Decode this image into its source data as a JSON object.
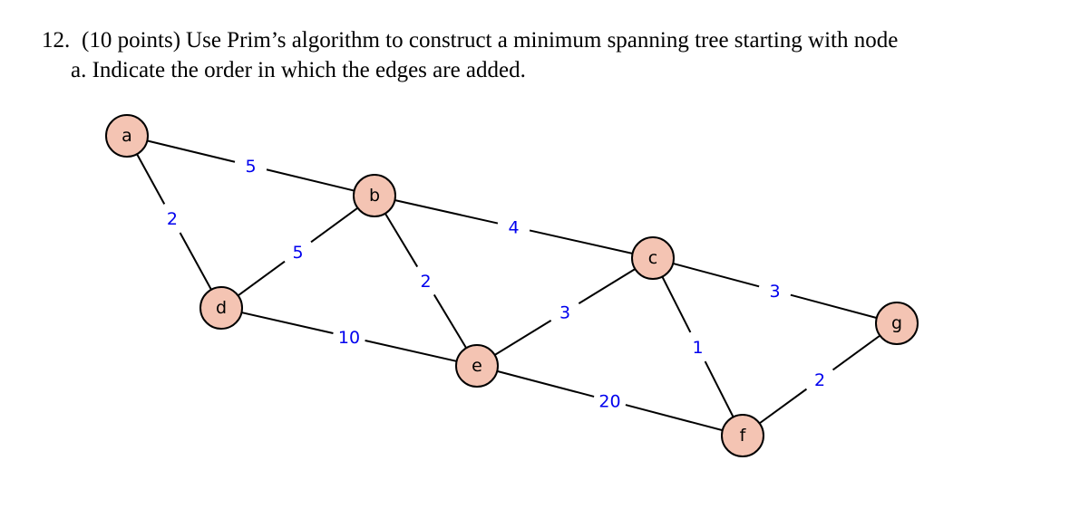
{
  "question": {
    "number": "12.",
    "points": "(10 points)",
    "line1": "Use Prim’s algorithm to construct a minimum spanning tree starting with node",
    "line2": "a. Indicate the order in which the edges are added."
  },
  "graph": {
    "colors": {
      "node_fill": "#f4c4b3",
      "node_stroke": "#000000",
      "edge": "#000000",
      "weight": "#0000ee"
    },
    "nodes": [
      {
        "id": "a",
        "label": "a"
      },
      {
        "id": "b",
        "label": "b"
      },
      {
        "id": "c",
        "label": "c"
      },
      {
        "id": "d",
        "label": "d"
      },
      {
        "id": "e",
        "label": "e"
      },
      {
        "id": "f",
        "label": "f"
      },
      {
        "id": "g",
        "label": "g"
      }
    ],
    "edges": [
      {
        "from": "a",
        "to": "b",
        "weight": "5"
      },
      {
        "from": "a",
        "to": "d",
        "weight": "2"
      },
      {
        "from": "b",
        "to": "d",
        "weight": "5"
      },
      {
        "from": "b",
        "to": "c",
        "weight": "4"
      },
      {
        "from": "b",
        "to": "e",
        "weight": "2"
      },
      {
        "from": "d",
        "to": "e",
        "weight": "10"
      },
      {
        "from": "c",
        "to": "e",
        "weight": "3"
      },
      {
        "from": "c",
        "to": "g",
        "weight": "3"
      },
      {
        "from": "c",
        "to": "f",
        "weight": "1"
      },
      {
        "from": "e",
        "to": "f",
        "weight": "20"
      },
      {
        "from": "f",
        "to": "g",
        "weight": "2"
      }
    ]
  }
}
